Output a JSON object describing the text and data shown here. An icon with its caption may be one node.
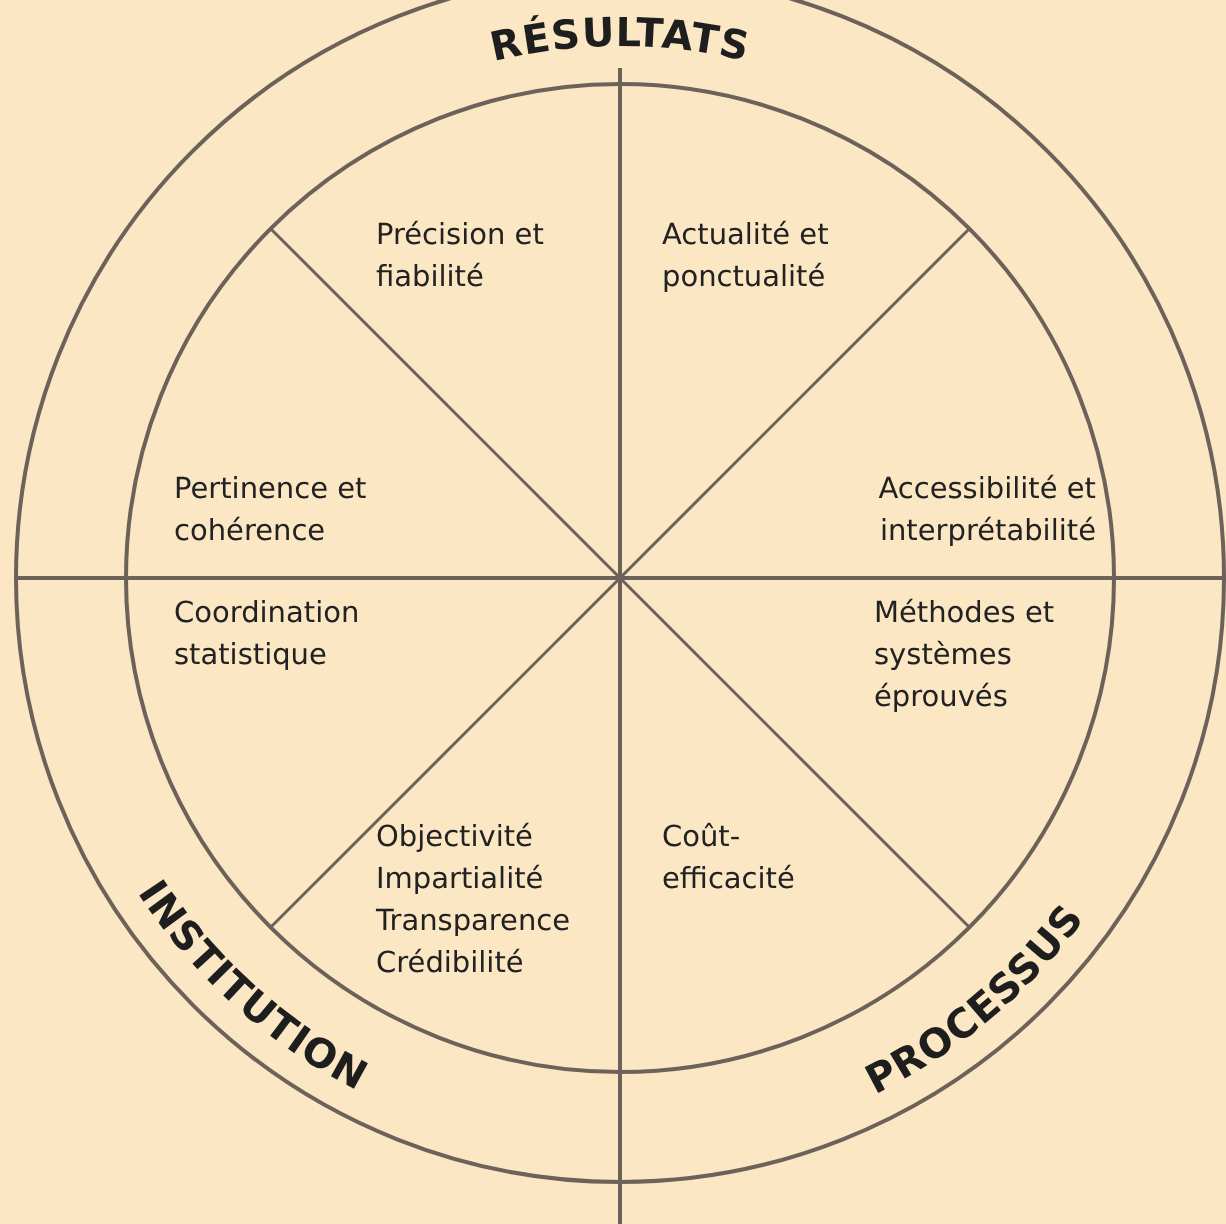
{
  "diagram": {
    "nodes": [
      {
        "text": [
          "Précision et fiabilité"
        ]
      },
      {
        "text": [
          "Actualité et ponctualité"
        ]
      },
      {
        "text": [
          "Pertinence et cohérence"
        ]
      },
      {
        "text": [
          "Accessibilité et interprétabilité"
        ]
      },
      {
        "text": [
          "Coordination statistique"
        ]
      },
      {
        "text": [
          "Méthodes et systèmes éprouvés"
        ]
      },
      {
        "text": [
          "Objectivité Impartialité Transparence Crédibilité"
        ]
      },
      {
        "text": [
          "Coût-efficacité"
        ]
      }
    ],
    "labels": [
      "RÉSULTATS",
      "INSTITUTION",
      "PROCESSUS"
    ]
  }
}
